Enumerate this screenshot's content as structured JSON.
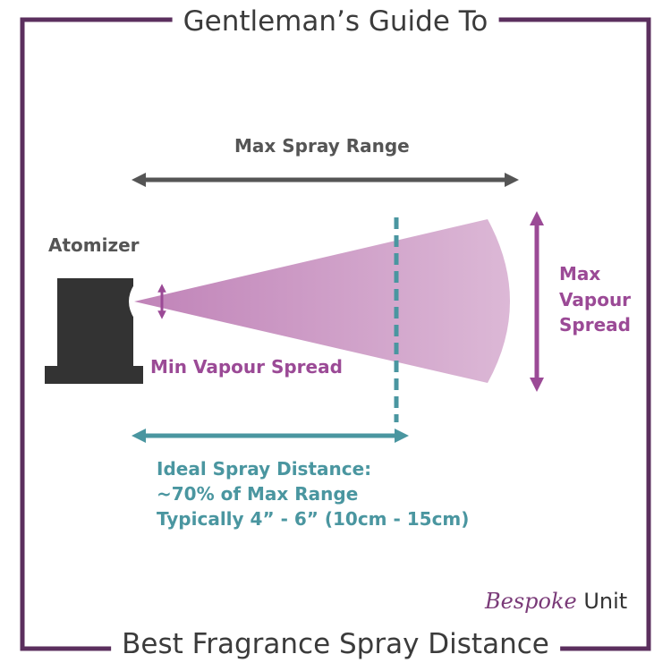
{
  "header": {
    "title": "Gentleman’s Guide To"
  },
  "footer": {
    "title": "Best Fragrance Spray Distance"
  },
  "labels": {
    "max_range": "Max Spray Range",
    "atomizer": "Atomizer",
    "max_vapour": [
      "Max",
      "Vapour",
      "Spread"
    ],
    "min_vapour": "Min Vapour Spread",
    "ideal": [
      "Ideal Spray Distance:",
      "~70% of Max Range",
      "Typically 4” - 6” (10cm - 15cm)"
    ]
  },
  "logo": {
    "script": "Bespoke",
    "word": "Unit"
  },
  "colors": {
    "frame": "#5b2f5e",
    "gray": "#555555",
    "purple": "#9b4a96",
    "teal": "#4a96a0",
    "atomizer": "#333333"
  }
}
